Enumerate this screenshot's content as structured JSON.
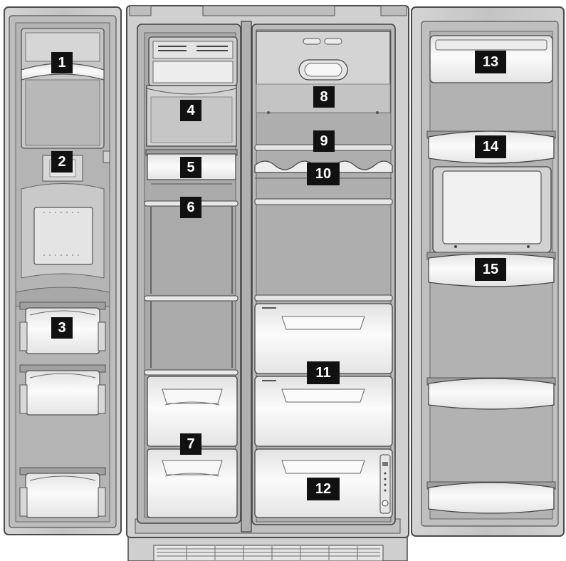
{
  "diagram": {
    "type": "refrigerator-interior-callouts",
    "colors": {
      "background": "#ffffff",
      "cabinet": "#d0d0d0",
      "outline": "#4a4a4a",
      "interior": "#b9b9b9",
      "wall": "#a9a9a9",
      "bin": "#f2f2f2",
      "callout_box": "#111111",
      "callout_text": "#ffffff"
    },
    "callouts": {
      "c1": "1",
      "c2": "2",
      "c3": "3",
      "c4": "4",
      "c5": "5",
      "c6": "6",
      "c7": "7",
      "c8": "8",
      "c9": "9",
      "c10": "10",
      "c11": "11",
      "c12": "12",
      "c13": "13",
      "c14": "14",
      "c15": "15"
    }
  }
}
